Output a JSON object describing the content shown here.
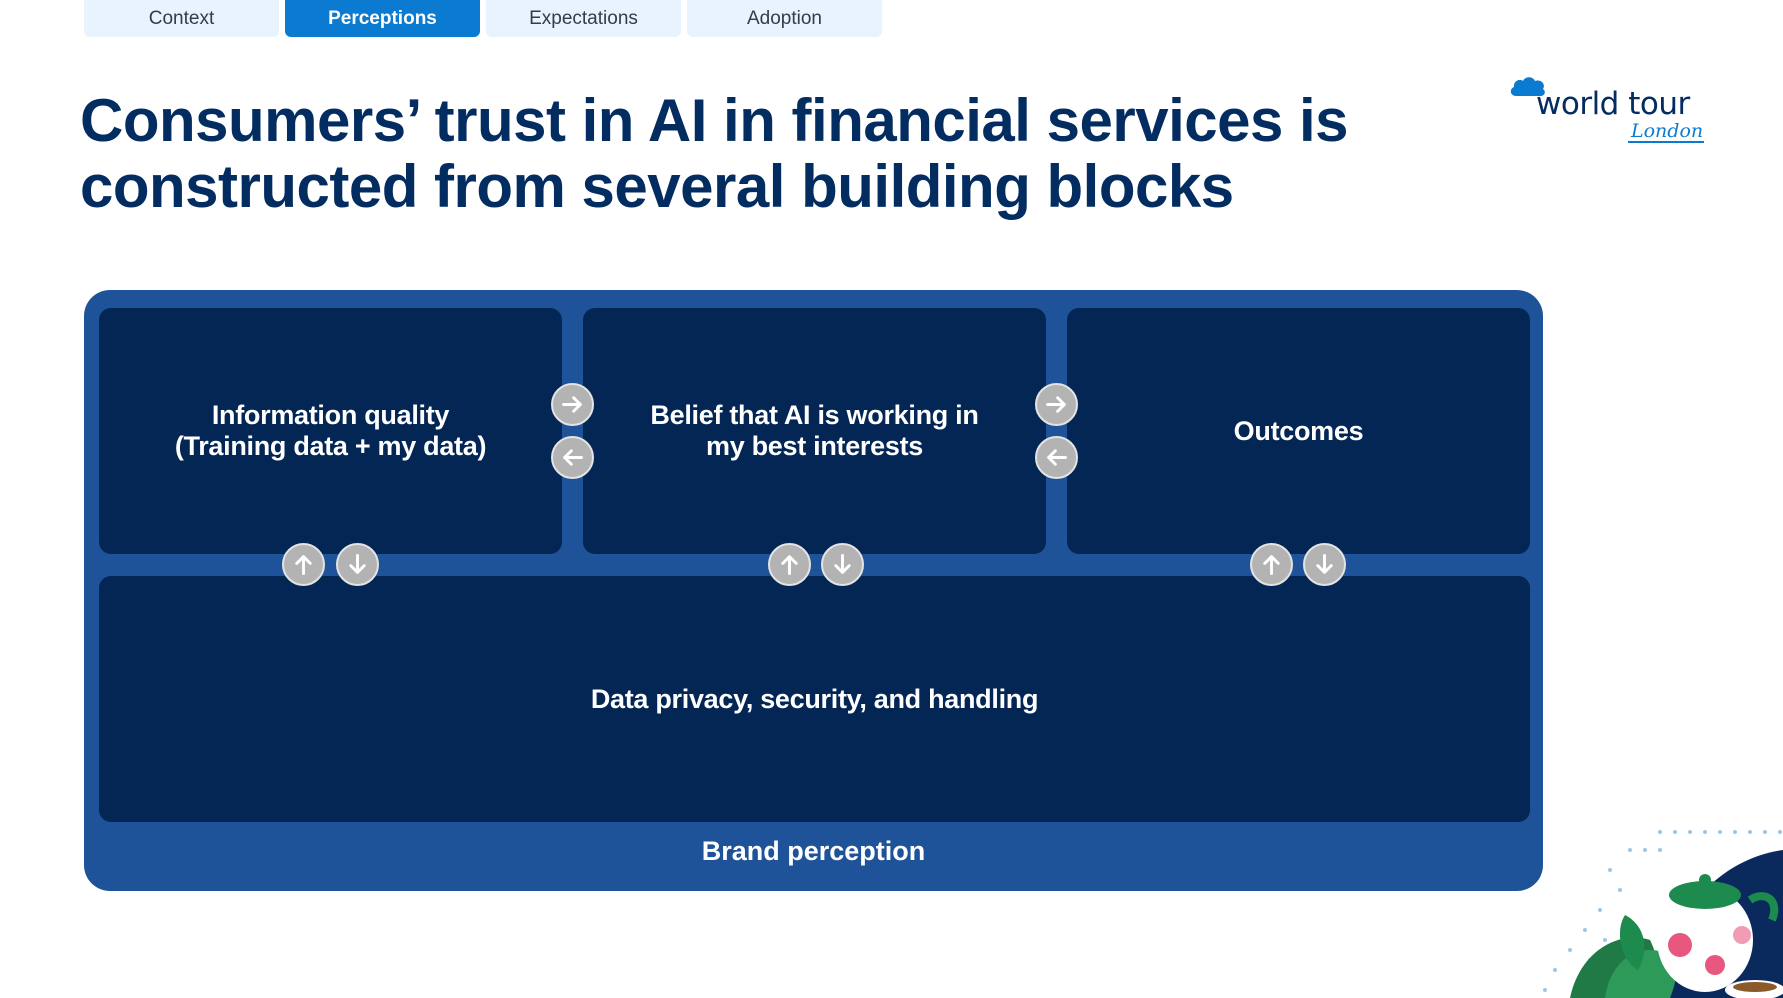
{
  "tabs": [
    {
      "label": "Context",
      "active": false
    },
    {
      "label": "Perceptions",
      "active": true
    },
    {
      "label": "Expectations",
      "active": false
    },
    {
      "label": "Adoption",
      "active": false
    }
  ],
  "title": "Consumers’ trust in AI in financial services is constructed from several building blocks",
  "logo": {
    "text": "world tour",
    "city": "London"
  },
  "diagram": {
    "blocks": {
      "information": "Information quality\n(Training data + my data)",
      "belief": "Belief that AI is working in\nmy best interests",
      "outcomes": "Outcomes",
      "data": "Data privacy, security, and handling"
    },
    "frame_label": "Brand perception"
  },
  "colors": {
    "title": "#032d60",
    "frame": "#1e5299",
    "block": "#032654",
    "active_tab": "#0b7bd1",
    "inactive_tab": "#e9f3fd",
    "arrow": "#b3b3b3"
  },
  "icons": {
    "right": "arrow-right-icon",
    "left": "arrow-left-icon",
    "up": "arrow-up-icon",
    "down": "arrow-down-icon"
  }
}
